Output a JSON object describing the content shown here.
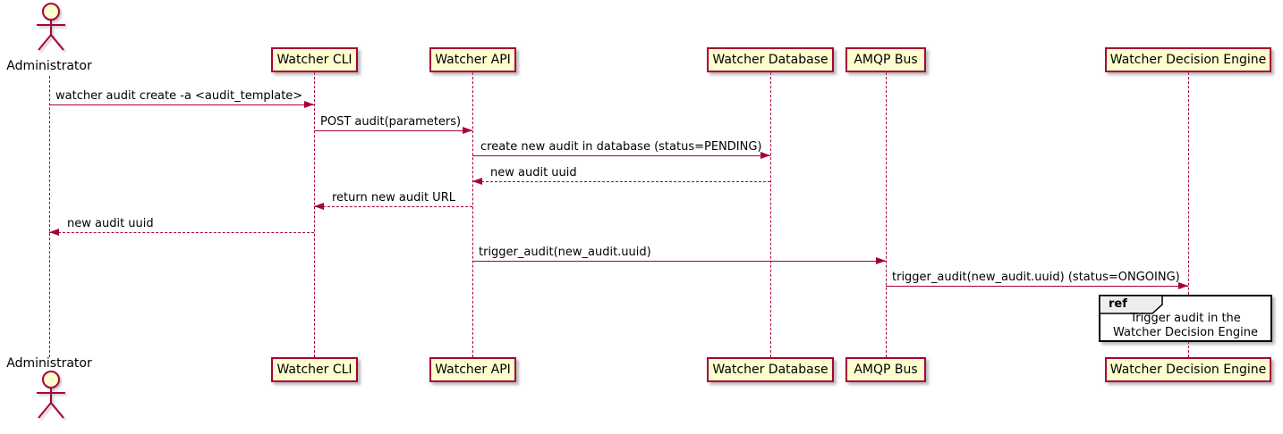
{
  "diagram_type": "uml-sequence-diagram",
  "colors": {
    "background": "#FFFFFF",
    "participant_fill": "#FEFECE",
    "participant_border": "#A80036",
    "line": "#A80036",
    "text": "#000000",
    "ref_header_fill": "#EEEEEE",
    "ref_border": "#000000"
  },
  "actor": {
    "label": "Administrator"
  },
  "participants": [
    {
      "label": "Watcher CLI"
    },
    {
      "label": "Watcher API"
    },
    {
      "label": "Watcher Database"
    },
    {
      "label": "AMQP Bus"
    },
    {
      "label": "Watcher Decision Engine"
    }
  ],
  "messages": [
    {
      "label": "watcher audit create -a <audit_template>",
      "from": "Administrator",
      "to": "Watcher CLI",
      "line": "solid",
      "direction": "right"
    },
    {
      "label": "POST audit(parameters)",
      "from": "Watcher CLI",
      "to": "Watcher API",
      "line": "solid",
      "direction": "right"
    },
    {
      "label": "create new audit in database (status=PENDING)",
      "from": "Watcher API",
      "to": "Watcher Database",
      "line": "solid",
      "direction": "right"
    },
    {
      "label": "new audit uuid",
      "from": "Watcher Database",
      "to": "Watcher API",
      "line": "dashed",
      "direction": "left"
    },
    {
      "label": "return new audit URL",
      "from": "Watcher API",
      "to": "Watcher CLI",
      "line": "dashed",
      "direction": "left"
    },
    {
      "label": "new audit uuid",
      "from": "Watcher CLI",
      "to": "Administrator",
      "line": "dashed",
      "direction": "left"
    },
    {
      "label": "trigger_audit(new_audit.uuid)",
      "from": "Watcher API",
      "to": "AMQP Bus",
      "line": "solid",
      "direction": "right"
    },
    {
      "label": "trigger_audit(new_audit.uuid) (status=ONGOING)",
      "from": "AMQP Bus",
      "to": "Watcher Decision Engine",
      "line": "solid",
      "direction": "right"
    }
  ],
  "ref_frame": {
    "keyword": "ref",
    "text_lines": [
      "Trigger audit in the",
      "Watcher Decision Engine"
    ]
  }
}
